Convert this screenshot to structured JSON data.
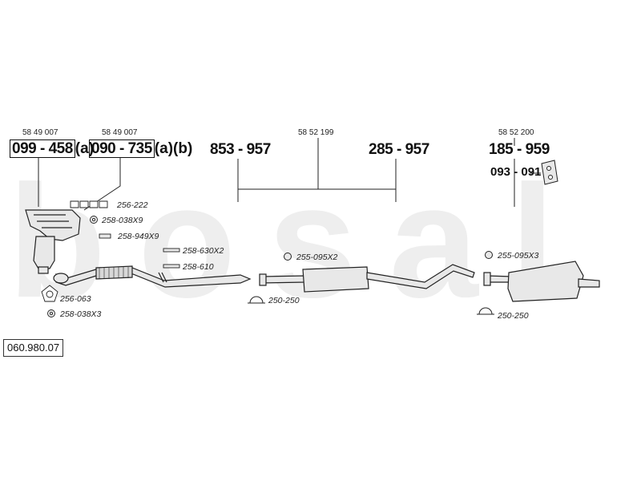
{
  "watermark": {
    "text": "bosal",
    "color": "#eeeeee"
  },
  "reference": "060.980.07",
  "groups": [
    {
      "id": "front-left",
      "oem": "58 49 007",
      "part": "099 - 458",
      "suffix": "(a)"
    },
    {
      "id": "front-right",
      "oem": "58 49 007",
      "part": "090 - 735",
      "suffix": "(a)(b)"
    },
    {
      "id": "middle",
      "oem": "58 52 199",
      "parts": [
        "853 - 957",
        "285 - 957"
      ]
    },
    {
      "id": "rear",
      "oem": "58 52 200",
      "part": "185 - 959",
      "hanger": "093 - 091"
    }
  ],
  "accessories": [
    {
      "id": "256-222",
      "label": "256-222"
    },
    {
      "id": "258-038X9",
      "label": "258-038X9"
    },
    {
      "id": "258-949X9",
      "label": "258-949X9"
    },
    {
      "id": "258-630X2",
      "label": "258-630X2"
    },
    {
      "id": "258-610",
      "label": "258-610"
    },
    {
      "id": "256-063",
      "label": "256-063"
    },
    {
      "id": "258-038X3",
      "label": "258-038X3"
    },
    {
      "id": "255-095X2",
      "label": "255-095X2"
    },
    {
      "id": "250-250-mid",
      "label": "250-250"
    },
    {
      "id": "255-095X3",
      "label": "255-095X3"
    },
    {
      "id": "250-250-rear",
      "label": "250-250"
    }
  ],
  "colors": {
    "line": "#222222",
    "watermark": "#eeeeee",
    "part_fill": "#e8e8e8"
  }
}
